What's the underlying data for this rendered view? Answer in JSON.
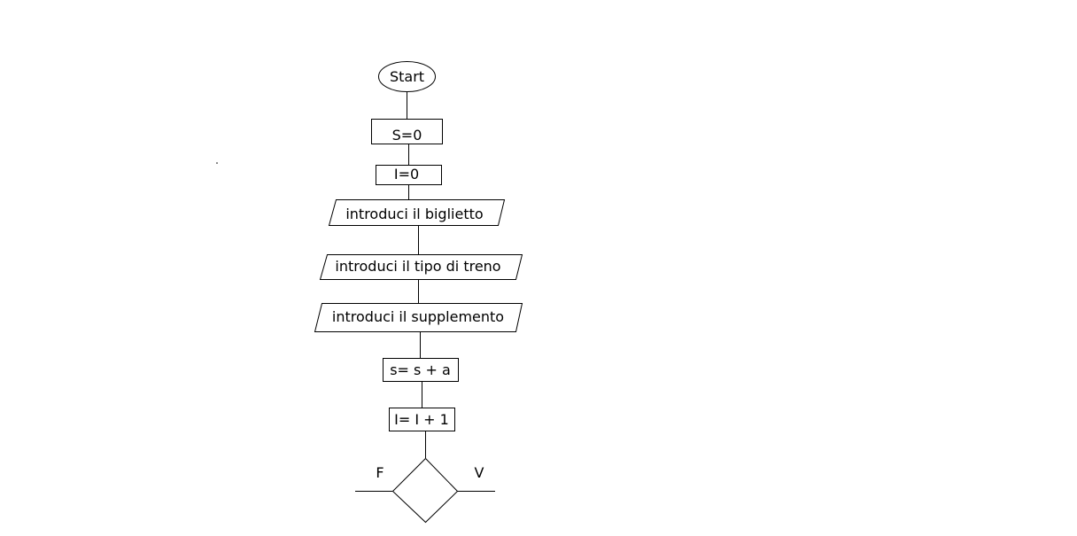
{
  "flowchart": {
    "start_label": "Start",
    "steps": {
      "s_init": "S=0",
      "i_init": "I=0",
      "input_ticket": "introduci il biglietto",
      "input_train_type": "introduci il tipo di treno",
      "input_supplement": "introduci il supplemento",
      "sum_update": "s= s + a",
      "counter_update": "I= I + 1"
    },
    "decision": {
      "false_label": "F",
      "true_label": "V"
    }
  }
}
